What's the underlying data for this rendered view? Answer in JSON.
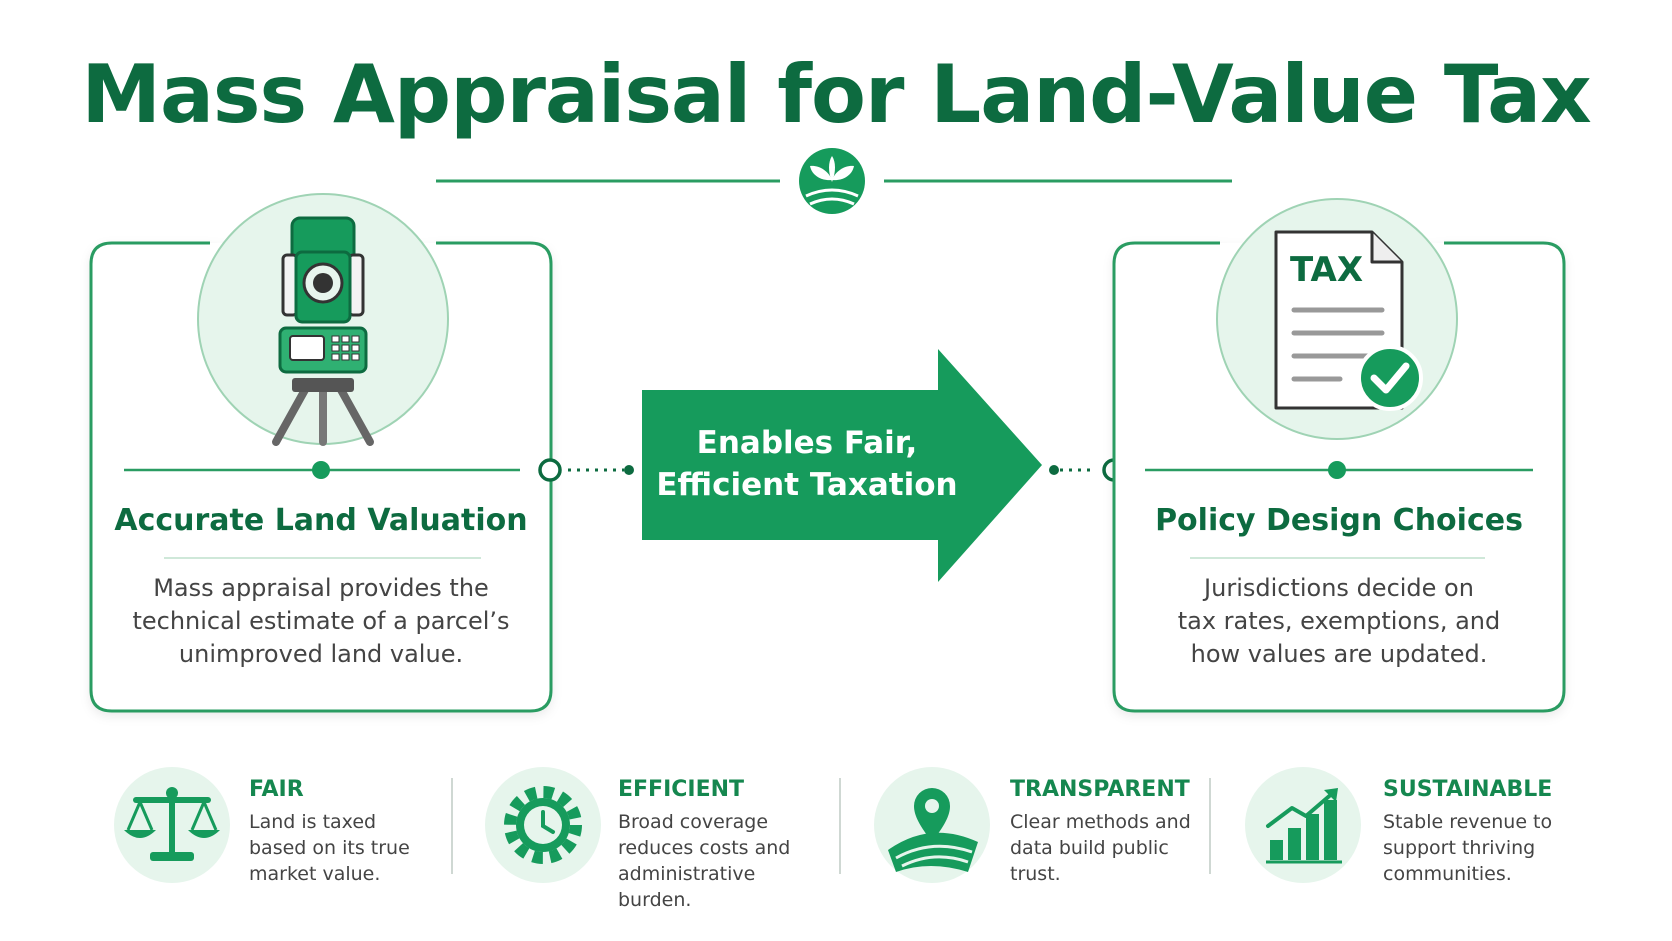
{
  "title": "Mass Appraisal for Land-Value Tax",
  "colors": {
    "primary": "#169b5c",
    "dark_green": "#0d6b40",
    "light_green": "#e6f5ec",
    "line": "#2a9c62"
  },
  "left_card": {
    "icon": "surveying-instrument-icon",
    "title": "Accurate Land Valuation",
    "body": [
      "Mass appraisal provides the",
      "technical estimate of a parcel’s",
      "unimproved land value."
    ]
  },
  "arrow": {
    "lines": [
      "Enables Fair,",
      "Efficient Taxation"
    ]
  },
  "right_card": {
    "icon": "tax-document-check-icon",
    "doc_label": "TAX",
    "title": "Policy Design Choices",
    "body": [
      "Jurisdictions decide on",
      "tax rates, exemptions, and",
      "how values are updated."
    ]
  },
  "features": [
    {
      "icon": "scales-icon",
      "title": "FAIR",
      "body": [
        "Land is taxed",
        "based on its true",
        "market value."
      ]
    },
    {
      "icon": "gear-clock-icon",
      "title": "EFFICIENT",
      "body": [
        "Broad coverage",
        "reduces costs and",
        "administrative burden."
      ]
    },
    {
      "icon": "map-pin-fields-icon",
      "title": "TRANSPARENT",
      "body": [
        "Clear methods and",
        "data build public",
        "trust."
      ]
    },
    {
      "icon": "growth-chart-icon",
      "title": "SUSTAINABLE",
      "body": [
        "Stable revenue to",
        "support thriving",
        "communities."
      ]
    }
  ]
}
